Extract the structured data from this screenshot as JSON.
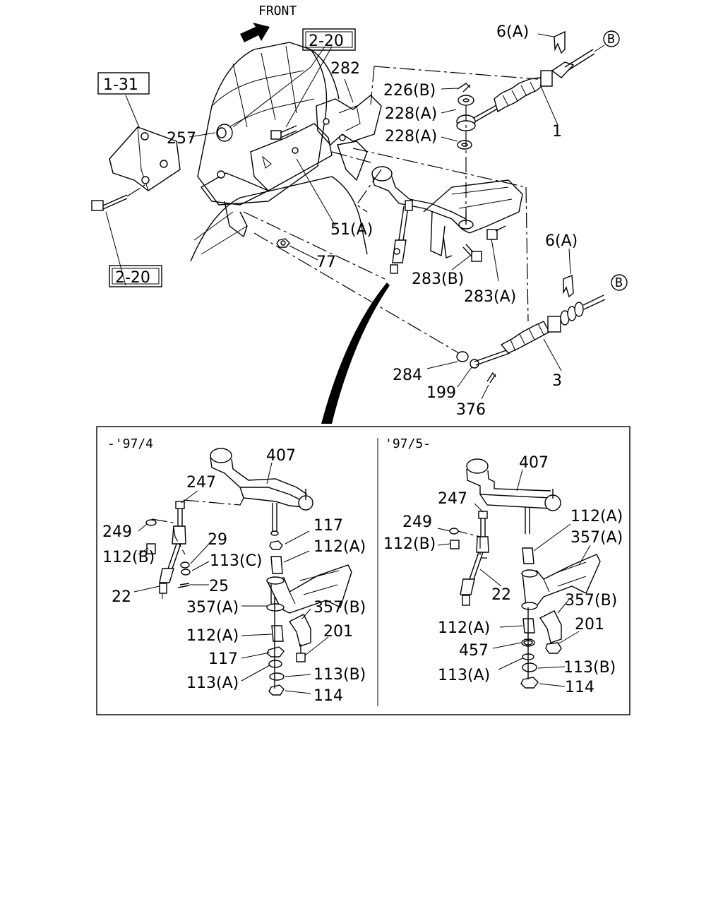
{
  "front_label": "FRONT",
  "ref_boxes": {
    "r1": "1-31",
    "r2": "2-20",
    "r3": "2-20"
  },
  "callouts": {
    "c6a_top": "6(A)",
    "c226b": "226(B)",
    "c228a_1": "228(A)",
    "c228a_2": "228(A)",
    "c282": "282",
    "c257": "257",
    "c1": "1",
    "c51a": "51(A)",
    "c77": "77",
    "c283b": "283(B)",
    "c283a": "283(A)",
    "c6a_mid": "6(A)",
    "c284": "284",
    "c199": "199",
    "c376": "376",
    "c3": "3",
    "b_top": "B",
    "b_mid": "B"
  },
  "left_panel": {
    "period": "-'97/4",
    "labels": {
      "l407": "407",
      "l247": "247",
      "l249": "249",
      "l112b": "112(B)",
      "l29": "29",
      "l113c": "113(C)",
      "l25": "25",
      "l22": "22",
      "l117a": "117",
      "l112a_1": "112(A)",
      "l357a": "357(A)",
      "l357b": "357(B)",
      "l112a_2": "112(A)",
      "l201": "201",
      "l117b": "117",
      "l113b": "113(B)",
      "l113a": "113(A)",
      "l114": "114"
    }
  },
  "right_panel": {
    "period": "'97/5-",
    "labels": {
      "r407": "407",
      "r247": "247",
      "r112a_1": "112(A)",
      "r249": "249",
      "r112b": "112(B)",
      "r357a": "357(A)",
      "r22": "22",
      "r357b": "357(B)",
      "r112a_2": "112(A)",
      "r201": "201",
      "r457": "457",
      "r113b": "113(B)",
      "r113a": "113(A)",
      "r114": "114"
    }
  }
}
